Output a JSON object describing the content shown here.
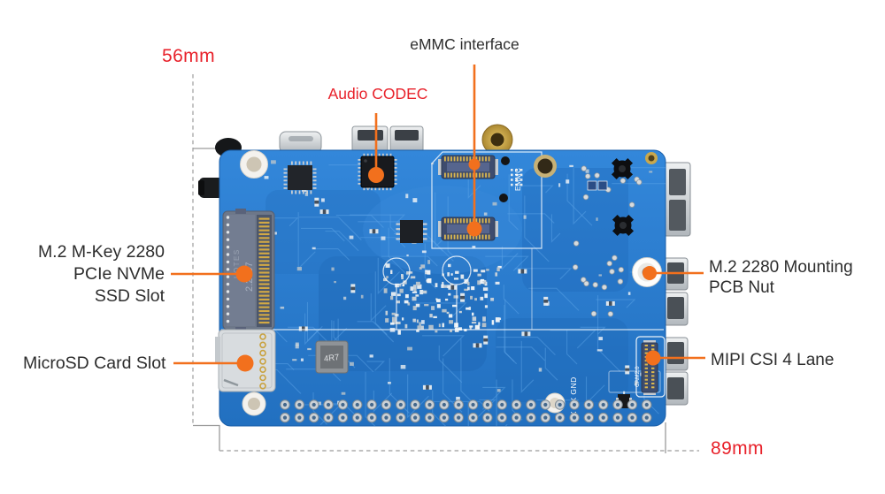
{
  "colors": {
    "board_blue": "#2b7ccb",
    "accent_orange": "#f2701d",
    "label_red": "#e8212a",
    "label_dark": "#2d2d2d",
    "dimension_gray": "#ababab"
  },
  "annotations": {
    "dim_height": "56mm",
    "dim_width": "89mm",
    "emmc": "eMMC interface",
    "audio_codec": "Audio CODEC",
    "m2_slot": {
      "line1": "M.2 M-Key 2280",
      "line2": "PCIe NVMe",
      "line3": "SSD Slot"
    },
    "microsd": "MicroSD Card Slot",
    "mounting_nut": {
      "line1": "M.2 2280 Mounting",
      "line2": "PCB Nut"
    },
    "mipi_csi": "MIPI CSI 4 Lane"
  },
  "board_silkscreen": {
    "emmc": "EMMC",
    "camera": "CAM2.0",
    "m2_vendor": "LOTES",
    "m2_part": "2.2007",
    "inductor": "4R7",
    "uart": "TX RX GND",
    "m2_mark": "M.2"
  }
}
